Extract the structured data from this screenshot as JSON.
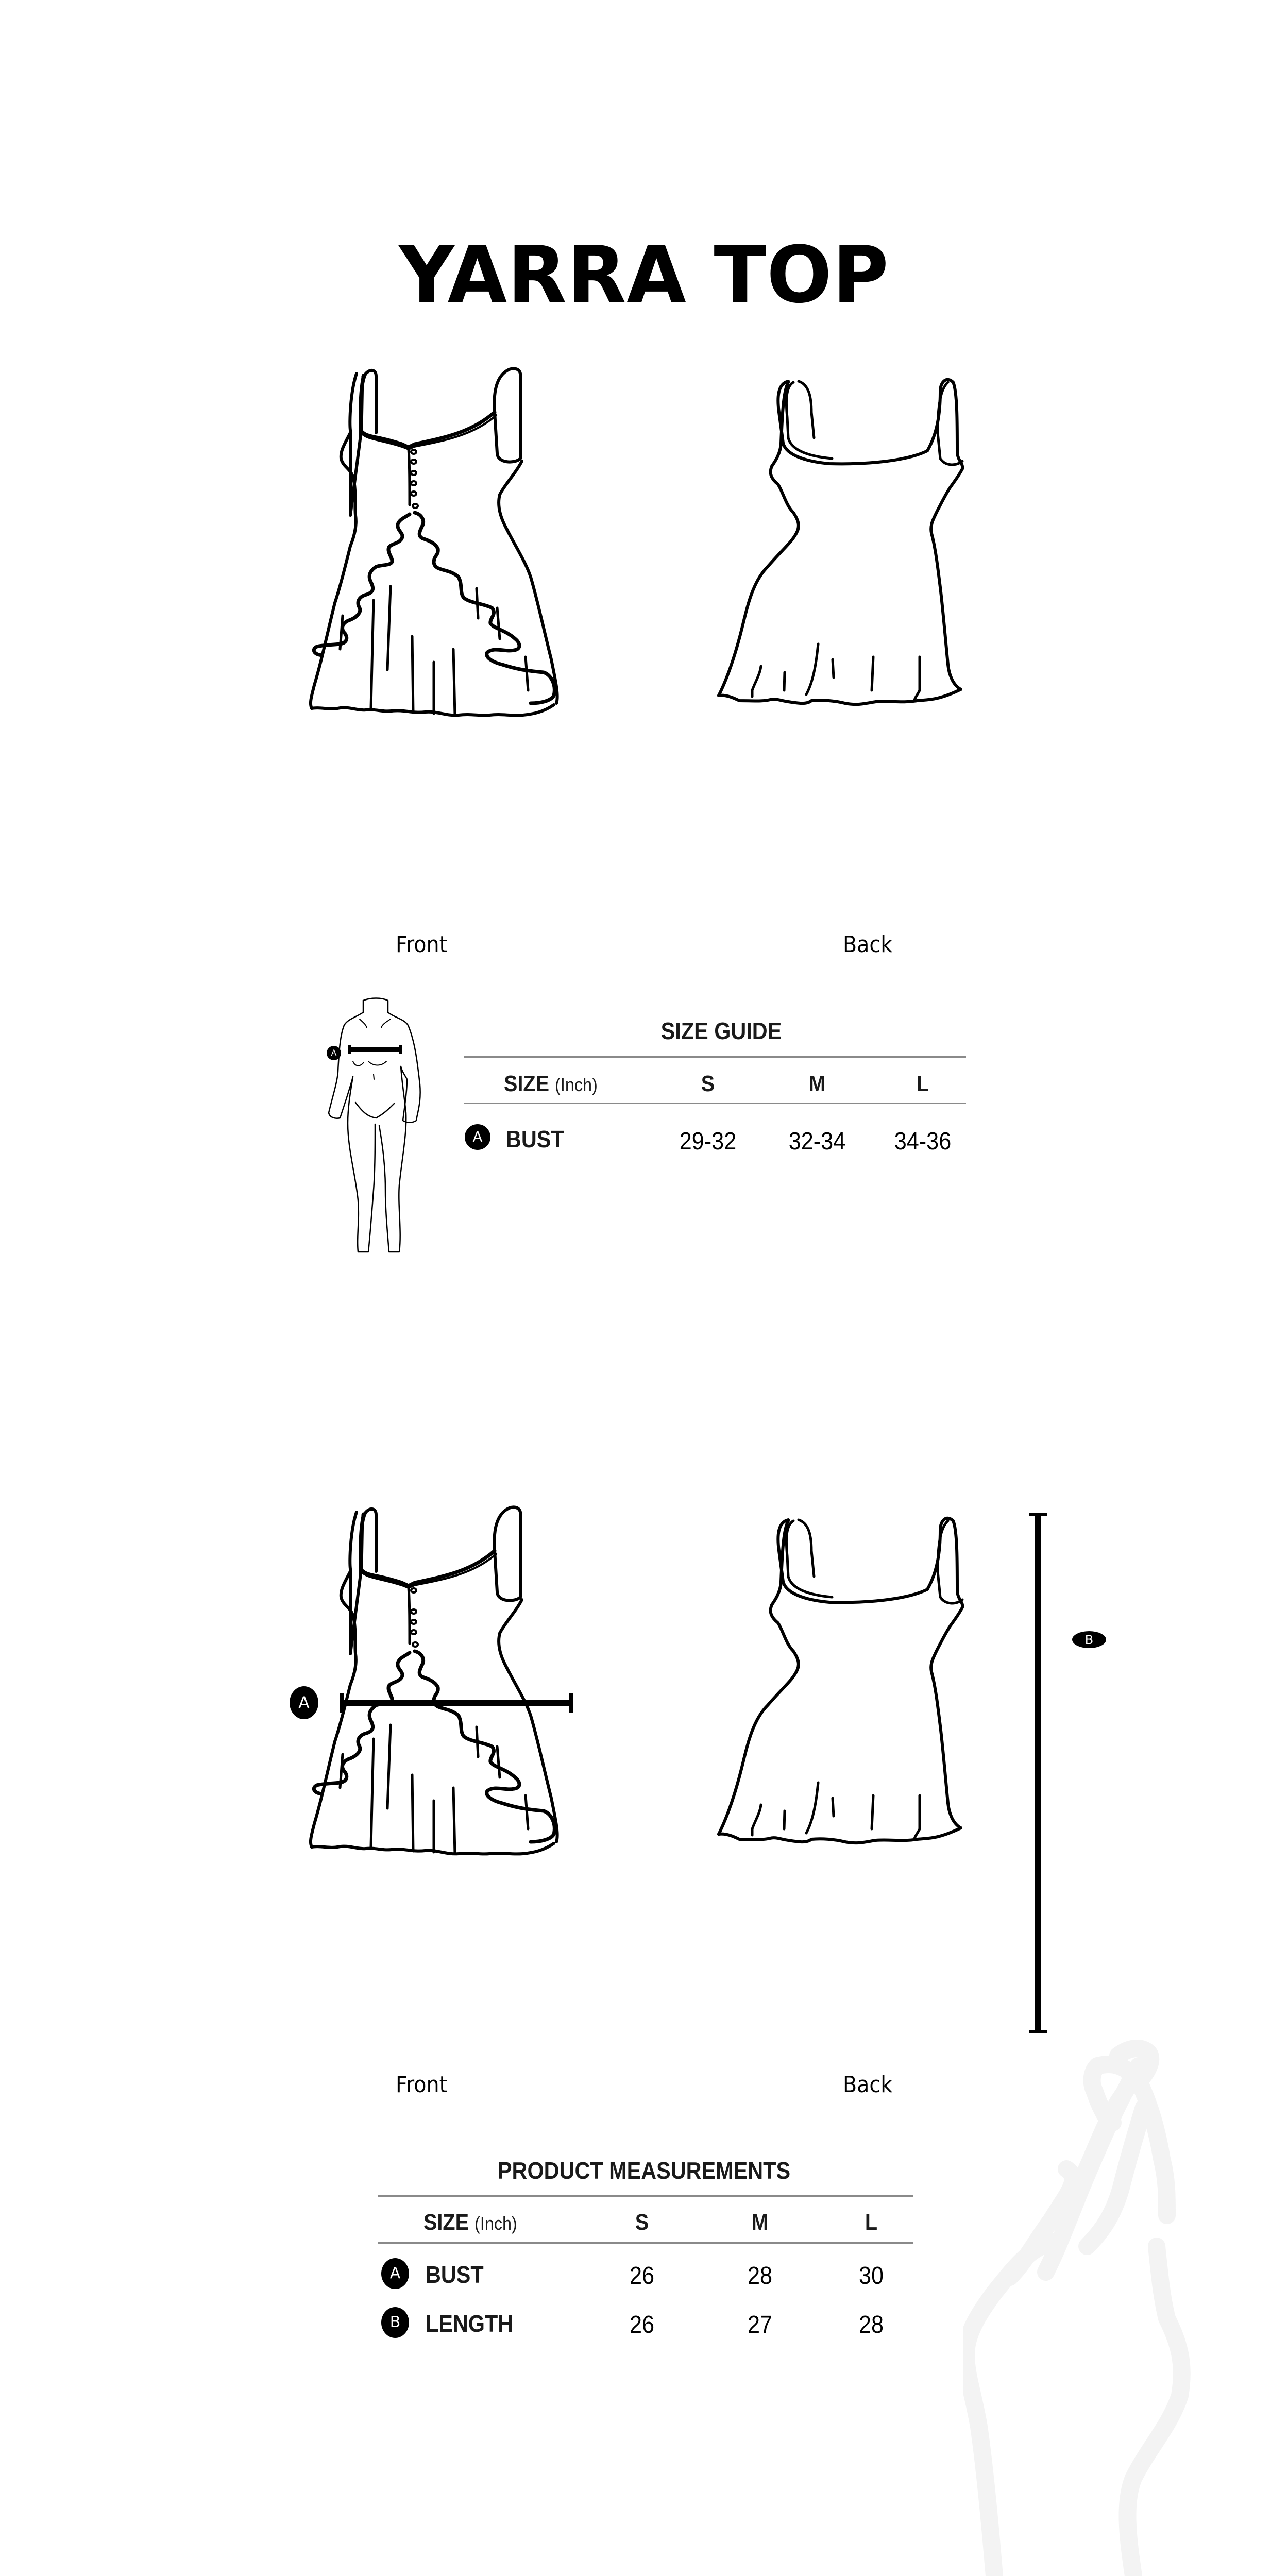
{
  "title": "YARRA TOP",
  "sections": {
    "flat_sketches": {
      "front_label": "Front",
      "back_label": "Back"
    },
    "size_guide": {
      "title": "SIZE GUIDE",
      "header": {
        "size_label": "SIZE",
        "unit_label": "(Inch)",
        "columns": [
          "S",
          "M",
          "L"
        ]
      },
      "rows": [
        {
          "marker": "A",
          "label": "BUST",
          "values": [
            "29-32",
            "32-34",
            "34-36"
          ]
        }
      ],
      "body_figure_marker": "A"
    },
    "measured_sketches": {
      "front_label": "Front",
      "back_label": "Back",
      "markers": {
        "bust": "A",
        "length": "B"
      }
    },
    "product_measurements": {
      "title": "PRODUCT MEASUREMENTS",
      "header": {
        "size_label": "SIZE",
        "unit_label": "(Inch)",
        "columns": [
          "S",
          "M",
          "L"
        ]
      },
      "rows": [
        {
          "marker": "A",
          "label": "BUST",
          "values": [
            "26",
            "28",
            "30"
          ]
        },
        {
          "marker": "B",
          "label": "LENGTH",
          "values": [
            "26",
            "27",
            "28"
          ]
        }
      ]
    }
  },
  "icons": {
    "watermark": "crossed-fingers-hand-icon",
    "marker_badge": "circle-letter-badge"
  },
  "colors": {
    "background": "#ffffff",
    "ink": "#000000",
    "rule": "#8a8a8a",
    "watermark": "#f3f3f3"
  }
}
